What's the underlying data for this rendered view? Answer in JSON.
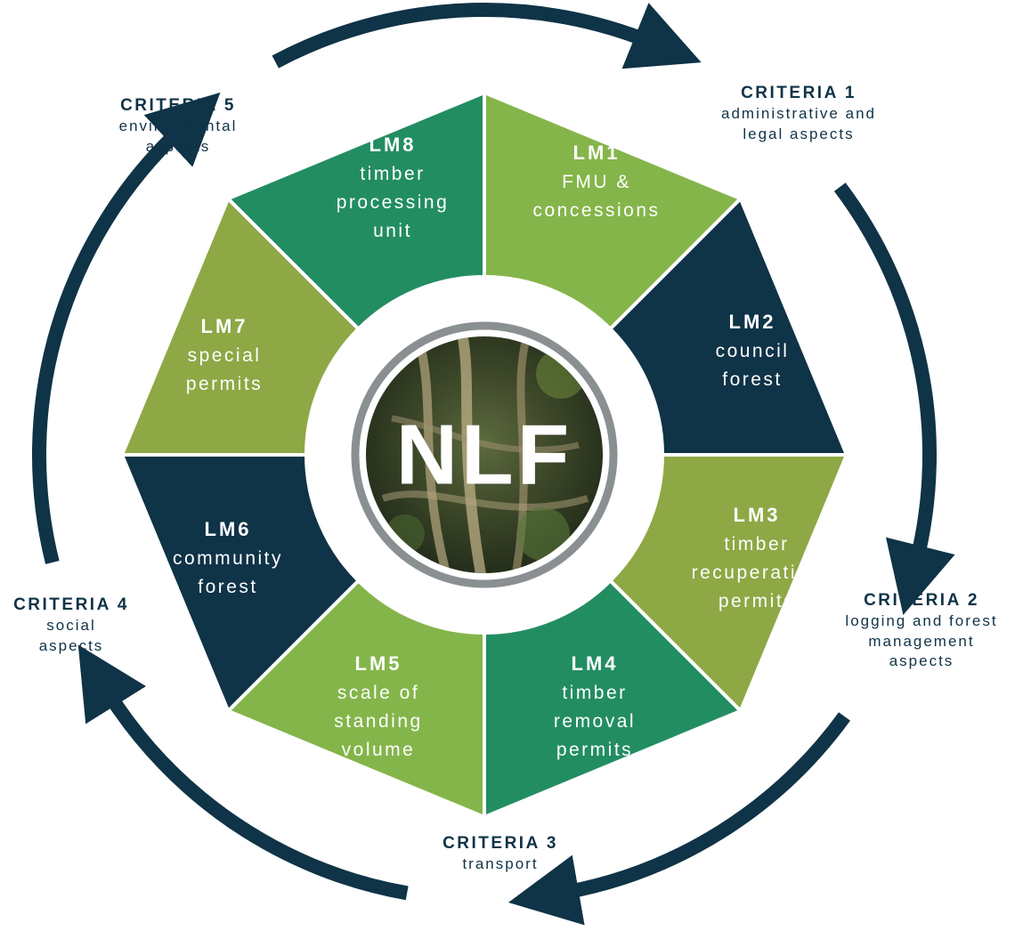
{
  "center": {
    "label": "NLF"
  },
  "colors": {
    "navy": "#0f3347",
    "light_green": "#84b54a",
    "olive_green": "#8ea845",
    "teal_green": "#238d62",
    "gray_ring": "#8a8f92"
  },
  "segments": [
    {
      "id": "lm1",
      "title": "LM1",
      "lines": [
        "FMU &",
        "concessions"
      ],
      "color": "#84b54a"
    },
    {
      "id": "lm2",
      "title": "LM2",
      "lines": [
        "council",
        "forest"
      ],
      "color": "#0f3347"
    },
    {
      "id": "lm3",
      "title": "LM3",
      "lines": [
        "timber",
        "recuperation",
        "permits"
      ],
      "color": "#8ea845"
    },
    {
      "id": "lm4",
      "title": "LM4",
      "lines": [
        "timber",
        "removal",
        "permits"
      ],
      "color": "#238d62"
    },
    {
      "id": "lm5",
      "title": "LM5",
      "lines": [
        "scale of",
        "standing",
        "volume"
      ],
      "color": "#84b54a"
    },
    {
      "id": "lm6",
      "title": "LM6",
      "lines": [
        "community",
        "forest"
      ],
      "color": "#0f3347"
    },
    {
      "id": "lm7",
      "title": "LM7",
      "lines": [
        "special",
        "permits"
      ],
      "color": "#8ea845"
    },
    {
      "id": "lm8",
      "title": "LM8",
      "lines": [
        "timber",
        "processing",
        "unit"
      ],
      "color": "#238d62"
    }
  ],
  "criteria": [
    {
      "id": "criteria-1",
      "title": "CRITERIA 1",
      "lines": [
        "administrative and",
        "legal aspects"
      ]
    },
    {
      "id": "criteria-2",
      "title": "CRITERIA 2",
      "lines": [
        "logging and forest",
        "management",
        "aspects"
      ]
    },
    {
      "id": "criteria-3",
      "title": "CRITERIA 3",
      "lines": [
        "transport"
      ]
    },
    {
      "id": "criteria-4",
      "title": "CRITERIA 4",
      "lines": [
        "social",
        "aspects"
      ]
    },
    {
      "id": "criteria-5",
      "title": "CRITERIA 5",
      "lines": [
        "environmental",
        "aspects"
      ]
    }
  ]
}
